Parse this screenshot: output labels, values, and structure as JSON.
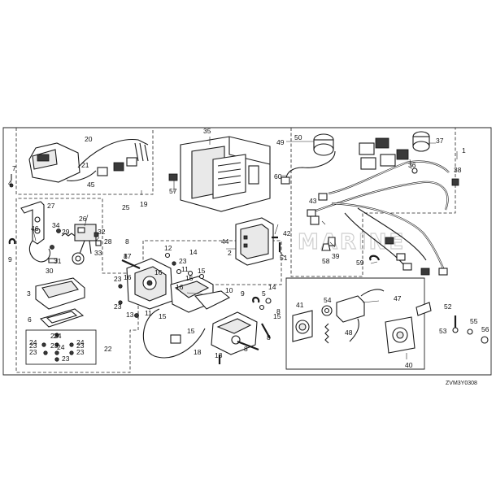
{
  "diagram": {
    "code": "ZVM3Y0308",
    "watermark": "MARINE",
    "labels": [
      "1",
      "2",
      "3",
      "4",
      "5",
      "6",
      "7",
      "8",
      "9",
      "10",
      "11",
      "12",
      "13",
      "14",
      "15",
      "16",
      "17",
      "18",
      "19",
      "20",
      "21",
      "22",
      "23",
      "24",
      "25",
      "26",
      "27",
      "28",
      "29",
      "30",
      "31",
      "32",
      "33",
      "34",
      "35",
      "36",
      "37",
      "38",
      "39",
      "40",
      "41",
      "42",
      "43",
      "44",
      "45",
      "46",
      "47",
      "48",
      "49",
      "50",
      "51",
      "52",
      "53",
      "54",
      "55",
      "56",
      "57",
      "58",
      "59",
      "60"
    ]
  }
}
